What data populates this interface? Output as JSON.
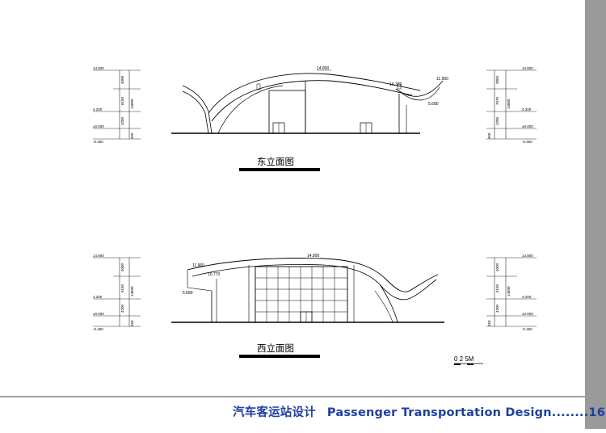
{
  "elevations": [
    {
      "title": "东立面图",
      "roof_label": "14.800",
      "eave_labels": [
        "10.370",
        "11.960",
        "5.680"
      ]
    },
    {
      "title": "西立面图",
      "roof_label": "14.800",
      "eave_labels": [
        "11.960",
        "10.770",
        "5.680"
      ]
    }
  ],
  "level_scale": {
    "levels": [
      "14.800",
      "4.200",
      "±0.000",
      "-0.450"
    ],
    "dims_left": [
      "4000",
      "6150",
      "4200",
      "450"
    ],
    "dim_total": "14800",
    "dims_right_top": [
      "3850",
      "7670",
      "4200",
      "450"
    ]
  },
  "scale_bar": {
    "label": "0 2 5M"
  },
  "footer": {
    "title_cn": "汽车客运站设计",
    "title_en": "Passenger Transportation Design........16"
  },
  "colors": {
    "footer_text": "#1f3fa0",
    "strip": "#9a9a9a",
    "line": "#000000"
  }
}
